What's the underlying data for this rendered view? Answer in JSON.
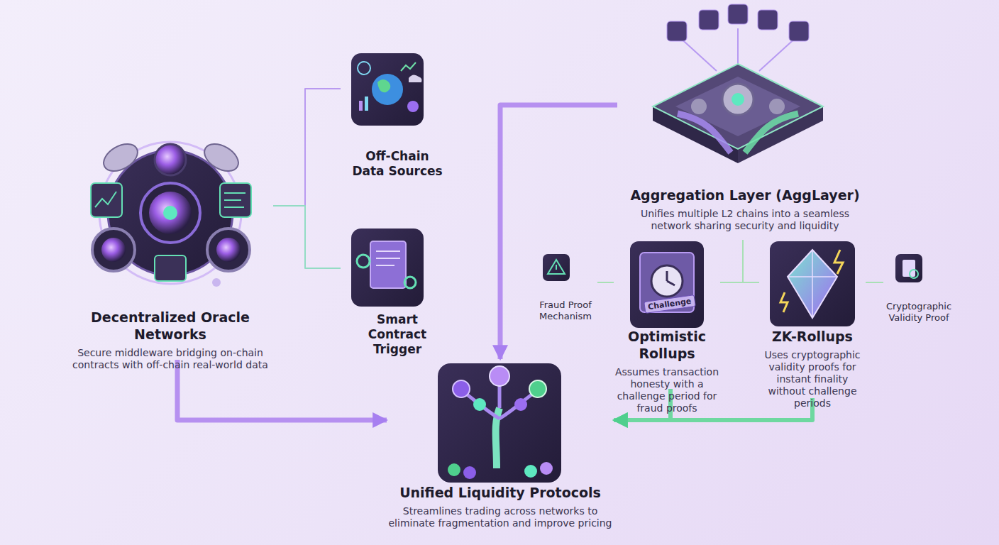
{
  "diagram": {
    "nodes": [
      {
        "text": [
          "Decentralized Oracle Networks",
          "Secure middleware bridging on-chain contracts with off-chain real-world data"
        ]
      },
      {
        "text": [
          "Off-Chain Data Sources"
        ]
      },
      {
        "text": [
          "Smart Contract Trigger"
        ]
      },
      {
        "text": [
          "Aggregation Layer (AggLayer)",
          "Unifies multiple L2 chains into a seamless network sharing security and liquidity"
        ]
      },
      {
        "text": [
          "Fraud Proof Mechanism"
        ]
      },
      {
        "text": [
          "Optimistic Rollups",
          "Assumes transaction honesty with a challenge period for fraud proofs"
        ]
      },
      {
        "text": [
          "ZK-Rollups",
          "Uses cryptographic validity proofs for instant finality without challenge periods"
        ]
      },
      {
        "text": [
          "Cryptographic Validity Proof"
        ]
      },
      {
        "text": [
          "Unified Liquidity Protocols",
          "Streamlines trading across networks to eliminate fragmentation and improve pricing"
        ]
      }
    ],
    "edges": [
      {
        "from": 0,
        "to": 1,
        "arrow": "none"
      },
      {
        "from": 0,
        "to": 2,
        "arrow": "none"
      },
      {
        "from": 0,
        "to": 8,
        "arrow": "to"
      },
      {
        "from": 3,
        "to": 8,
        "arrow": "to"
      },
      {
        "from": 3,
        "to": 5,
        "arrow": "none"
      },
      {
        "from": 3,
        "to": 6,
        "arrow": "none"
      },
      {
        "from": 4,
        "to": 5,
        "arrow": "none"
      },
      {
        "from": 6,
        "to": 7,
        "arrow": "none"
      },
      {
        "from": 5,
        "to": 8,
        "arrow": "to"
      },
      {
        "from": 6,
        "to": 8,
        "arrow": "to"
      }
    ],
    "labels": [
      "Challenge"
    ]
  }
}
